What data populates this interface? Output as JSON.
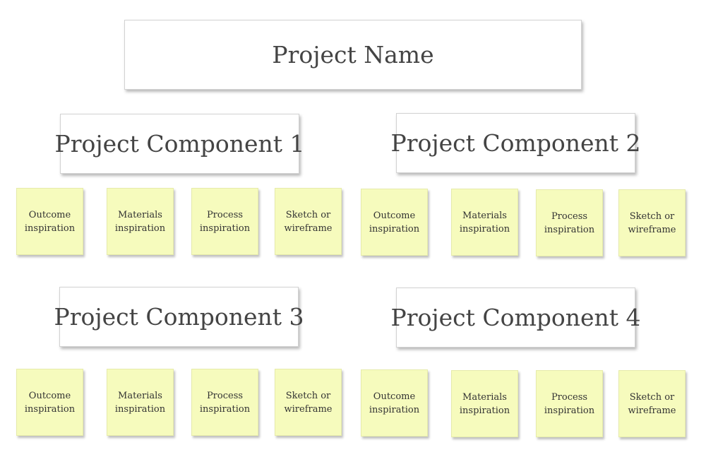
{
  "project_name": "Project Name",
  "components": [
    {
      "title": "Project Component 1",
      "notes": [
        "Outcome\ninspiration",
        "Materials\ninspiration",
        "Process\ninspiration",
        "Sketch or\nwireframe"
      ]
    },
    {
      "title": "Project Component 2",
      "notes": [
        "Outcome\ninspiration",
        "Materials\ninspiration",
        "Process\ninspiration",
        "Sketch or\nwireframe"
      ]
    },
    {
      "title": "Project Component 3",
      "notes": [
        "Outcome\ninspiration",
        "Materials\ninspiration",
        "Process\ninspiration",
        "Sketch or\nwireframe"
      ]
    },
    {
      "title": "Project Component 4",
      "notes": [
        "Outcome\ninspiration",
        "Materials\ninspiration",
        "Process\ninspiration",
        "Sketch or\nwireframe"
      ]
    }
  ],
  "colors": {
    "note_background": "#f6fbbd",
    "card_background": "#ffffff",
    "text": "#444444"
  }
}
